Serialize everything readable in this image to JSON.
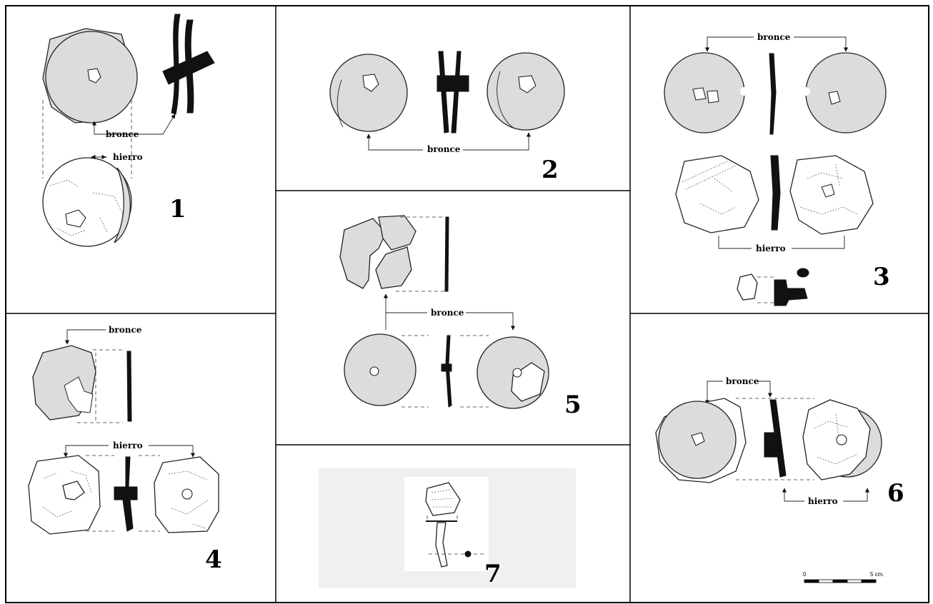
{
  "figure": {
    "panels": [
      {
        "number": "1",
        "labels": {
          "bronze": "bronce",
          "iron": "hierro"
        }
      },
      {
        "number": "2",
        "labels": {
          "bronze": "bronce"
        }
      },
      {
        "number": "3",
        "labels": {
          "bronze": "bronce",
          "iron": "hierro"
        }
      },
      {
        "number": "4",
        "labels": {
          "bronze": "bronce",
          "iron": "hierro"
        }
      },
      {
        "number": "5",
        "labels": {
          "bronze": "bronce"
        }
      },
      {
        "number": "6",
        "labels": {
          "bronze": "bronce",
          "iron": "hierro"
        }
      },
      {
        "number": "7"
      }
    ],
    "scale_bar": {
      "start": "0",
      "end": "5 cm."
    }
  }
}
